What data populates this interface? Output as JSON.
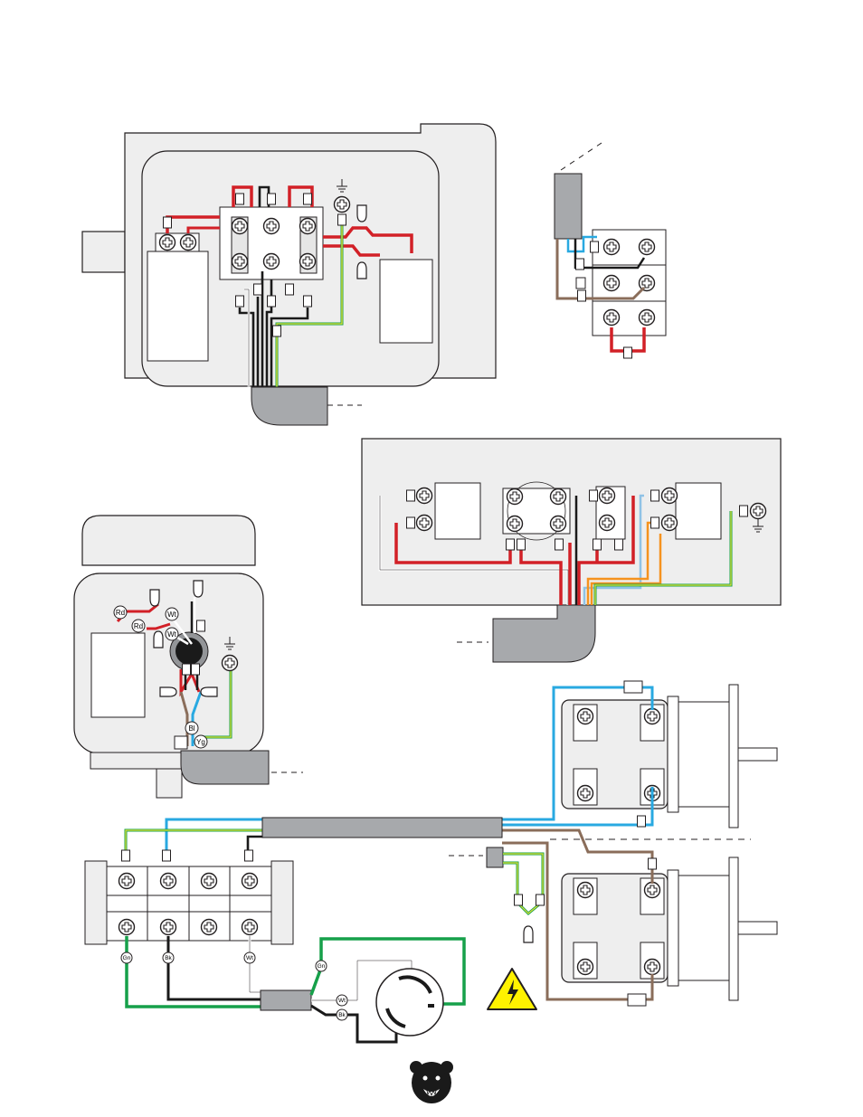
{
  "wire_labels": {
    "rd_1": "Rd",
    "rd_2": "Rd",
    "wt_1": "Wt",
    "wt_2": "Wt",
    "bl": "Bl",
    "yg": "Yg",
    "plug_gn": "Gn",
    "plug_wt": "Wt",
    "plug_bk": "Bk",
    "strip_gn": "Gn",
    "strip_bk": "Bk",
    "strip_wt": "Wt"
  },
  "colors": {
    "red": "#d22027",
    "black": "#1a1a1a",
    "white": "#ffffff",
    "blue": "#29a9e1",
    "brown": "#8a6d5a",
    "green": "#16a04a",
    "yellow": "#e4e136",
    "orange": "#f5921e",
    "lightblue": "#8fc2e6",
    "grey_panel": "#eeeeee",
    "conduit": "#a7a9ac",
    "warning_yellow": "#fff200"
  },
  "icons": [
    "ground-icon",
    "warning-high-voltage-icon",
    "bear-logo-icon",
    "terminal-screw-icon"
  ]
}
